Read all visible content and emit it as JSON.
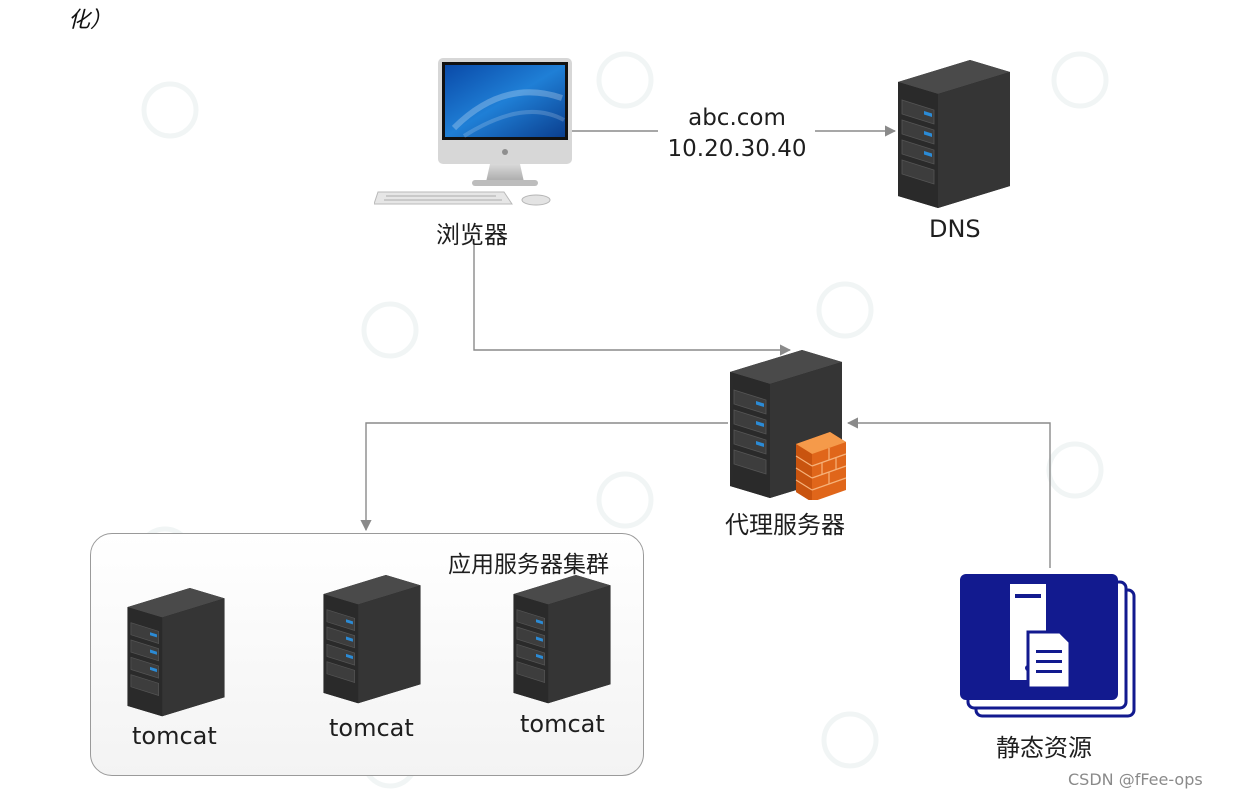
{
  "header_fragment": "化）",
  "nodes": {
    "browser": {
      "label": "浏览器",
      "icon": "desktop-computer-icon"
    },
    "dns": {
      "label": "DNS",
      "icon": "server-icon"
    },
    "proxy": {
      "label": "代理服务器",
      "icon": "server-firewall-icon"
    },
    "static": {
      "label": "静态资源",
      "icon": "file-server-icon"
    }
  },
  "edges": {
    "browser_to_dns": {
      "line1": "abc.com",
      "line2": "10.20.30.40"
    }
  },
  "cluster": {
    "title": "应用服务器集群",
    "servers": [
      {
        "label": "tomcat"
      },
      {
        "label": "tomcat"
      },
      {
        "label": "tomcat"
      }
    ]
  },
  "credit": "CSDN @fFee-ops",
  "colors": {
    "server_body": "#2f2f2f",
    "server_light": "#2b8bd6",
    "firewall": "#f07a1e",
    "static_blue": "#121a8f",
    "connector": "#8a8a8a"
  }
}
